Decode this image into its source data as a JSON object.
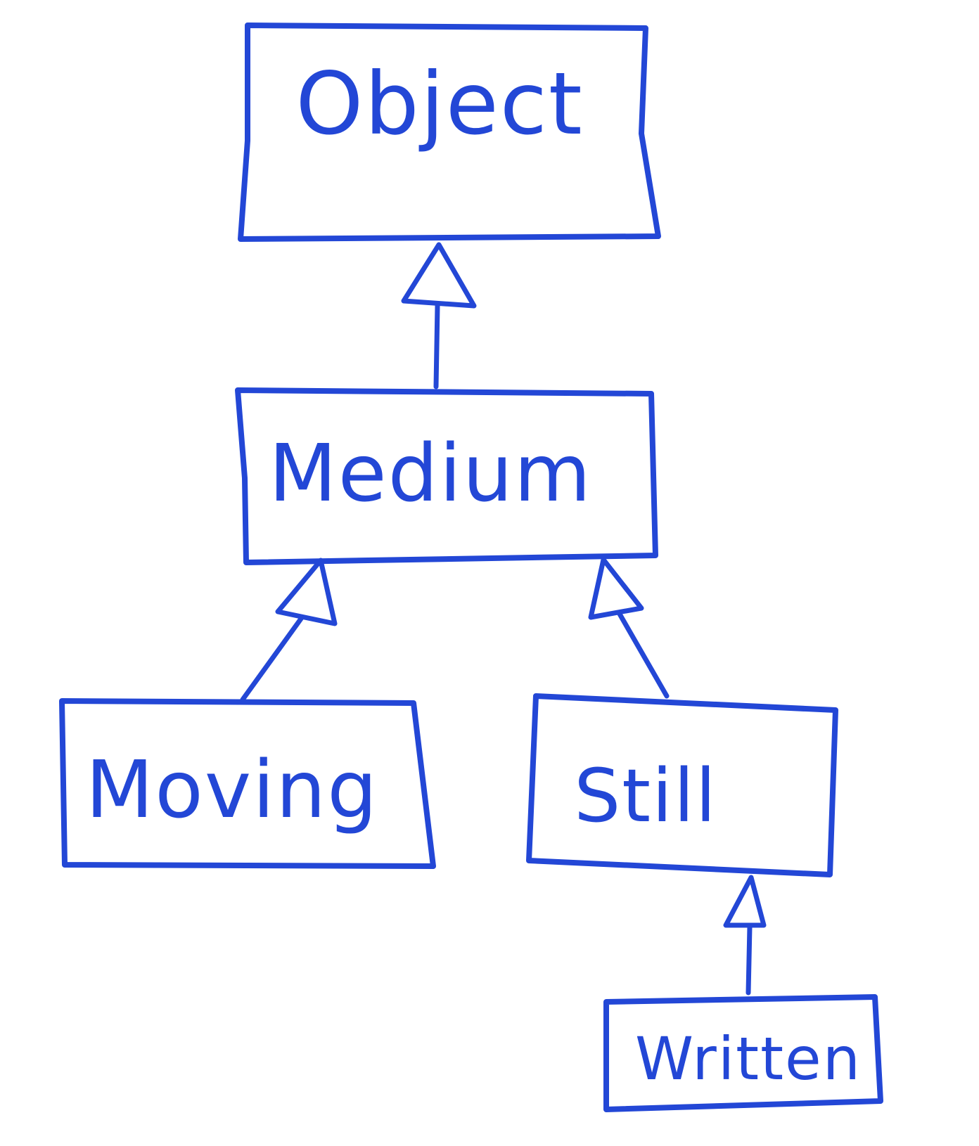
{
  "diagram": {
    "type": "class-inheritance",
    "nodes": [
      {
        "id": "object",
        "label": "Object"
      },
      {
        "id": "medium",
        "label": "Medium"
      },
      {
        "id": "moving",
        "label": "Moving"
      },
      {
        "id": "still",
        "label": "Still"
      },
      {
        "id": "written",
        "label": "Written"
      }
    ],
    "edges": [
      {
        "from": "medium",
        "to": "object",
        "kind": "generalization"
      },
      {
        "from": "moving",
        "to": "medium",
        "kind": "generalization"
      },
      {
        "from": "still",
        "to": "medium",
        "kind": "generalization"
      },
      {
        "from": "written",
        "to": "still",
        "kind": "generalization"
      }
    ]
  },
  "style": {
    "ink_color": "#2347d6",
    "background": "#ffffff"
  }
}
